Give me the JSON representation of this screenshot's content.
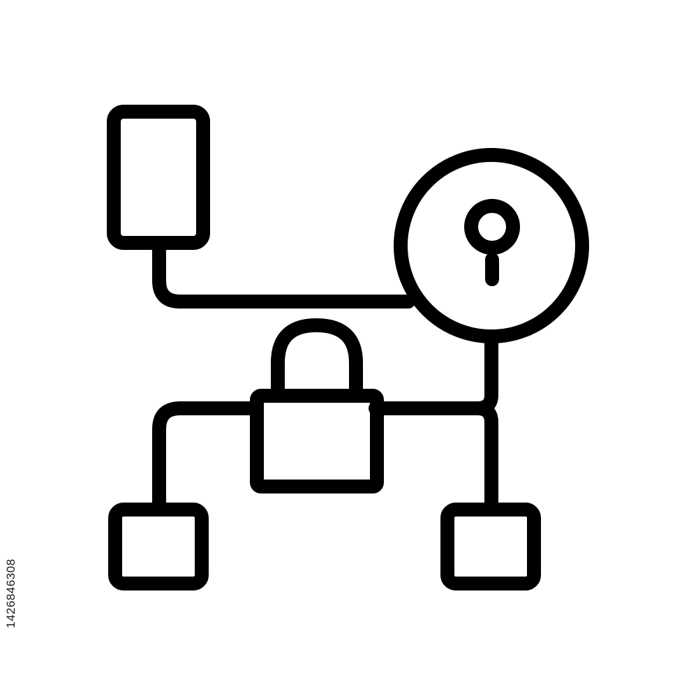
{
  "colors": {
    "background": "#ffffff",
    "stroke": "#000000",
    "text": "#1a1a1a"
  },
  "icon": {
    "name": "secure-network-icon",
    "parts": [
      "device-rectangle",
      "keyhole-circle",
      "padlock",
      "node-square-left",
      "node-square-right",
      "connector-lines"
    ]
  },
  "watermark": {
    "id": "1426846308"
  }
}
